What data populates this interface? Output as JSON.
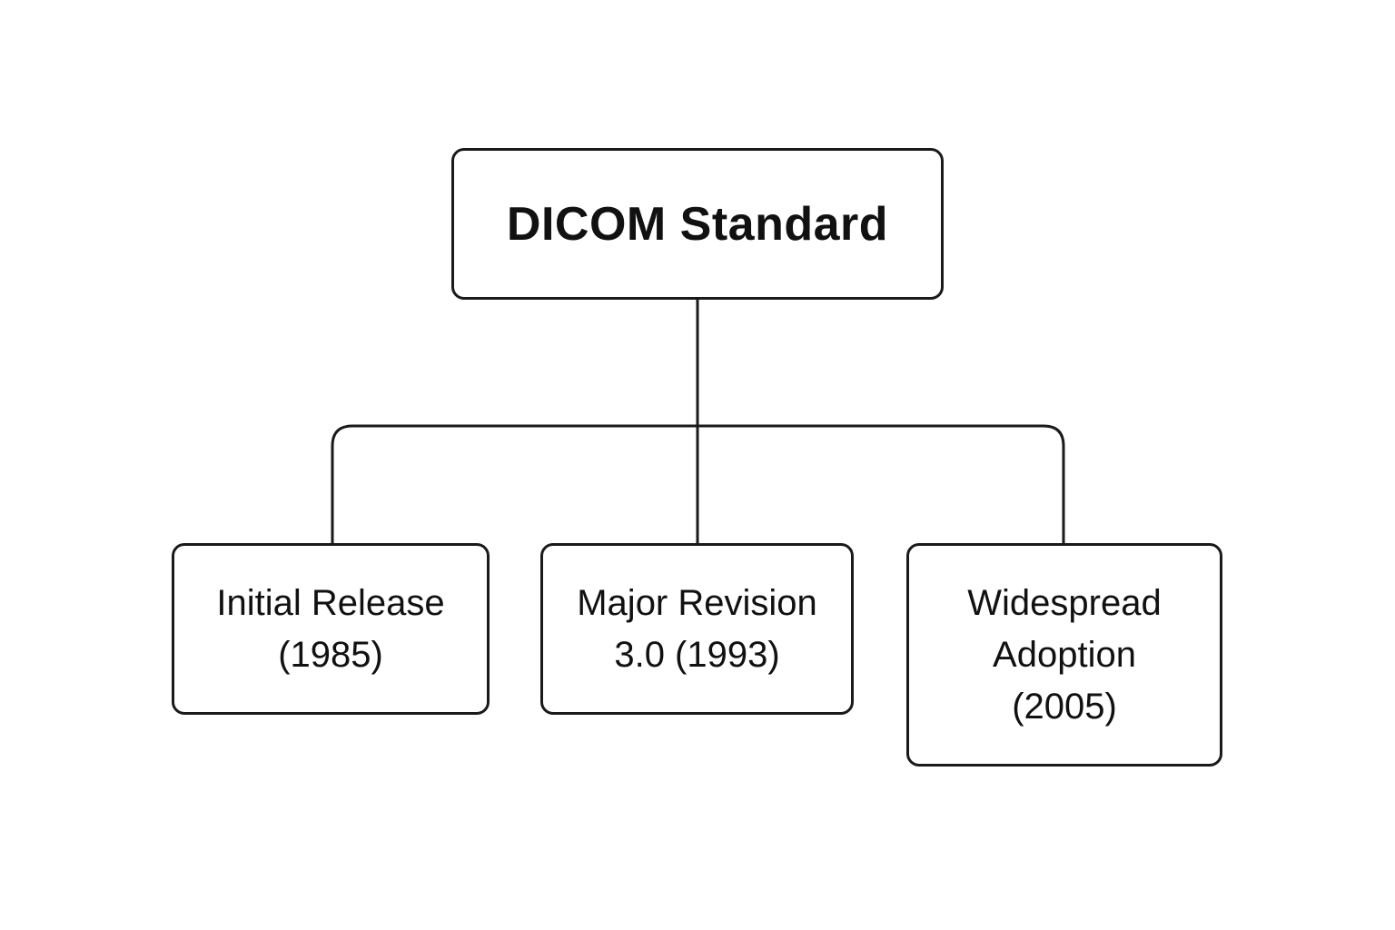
{
  "diagram": {
    "root": {
      "label": "DICOM Standard"
    },
    "children": [
      {
        "label": "Initial Release\n(1985)"
      },
      {
        "label": "Major Revision\n3.0 (1993)"
      },
      {
        "label": "Widespread\nAdoption\n(2005)"
      }
    ]
  },
  "colors": {
    "stroke": "#1a1a1a",
    "background": "#ffffff",
    "text": "#111111"
  }
}
